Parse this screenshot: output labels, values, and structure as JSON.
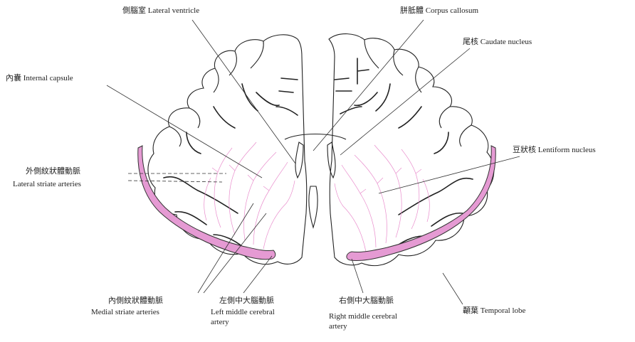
{
  "labels": {
    "lateral_ventricle": "側腦室 Lateral ventricle",
    "corpus_callosum": "胼胝體 Corpus callosum",
    "caudate_nucleus": "尾核 Caudate nucleus",
    "internal_capsule": "內囊 Internal capsule",
    "lentiform_nucleus": "豆狀核 Lentiform nucleus",
    "lateral_striate_zh": "外側紋狀體動脈",
    "lateral_striate_en": "Lateral striate arteries",
    "medial_striate_zh": "內側紋狀體動脈",
    "medial_striate_en": "Medial striate arteries",
    "left_mca_zh": "左側中大腦動脈",
    "left_mca_en_1": "Left middle cerebral",
    "left_mca_en_2": "artery",
    "right_mca_zh": "右側中大腦動脈",
    "right_mca_en_1": "Right middle cerebral",
    "right_mca_en_2": "artery",
    "temporal_lobe": "顳葉 Temporal lobe"
  },
  "colors": {
    "artery_fill": "#e59ad3",
    "artery_branch": "#e98ccc",
    "line": "#222222"
  }
}
